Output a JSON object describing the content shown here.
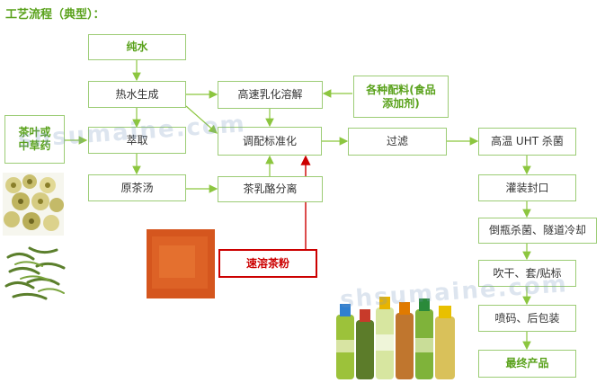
{
  "title": "工艺流程（典型）：",
  "nodes": {
    "pure_water": "纯水",
    "hot_water": "热水生成",
    "tea_herb": "茶叶或中草药",
    "extract": "萃取",
    "raw_tea": "原茶汤",
    "emulsify": "高速乳化溶解",
    "additives": "各种配料(食品添加剂)",
    "blend": "调配标准化",
    "separate": "茶乳酪分离",
    "instant_tea": "速溶茶粉",
    "filter": "过滤",
    "uht": "高温 UHT 杀菌",
    "fill": "灌装封口",
    "invert": "倒瓶杀菌、隧道冷却",
    "dry": "吹干、套/贴标",
    "code": "喷码、后包装",
    "final": "最终产品"
  },
  "watermark": "shsumaine.com",
  "colors": {
    "box_border": "#9ccc75",
    "arrow": "#8cc63f",
    "title": "#5aa21c",
    "highlight": "#cc0000"
  }
}
